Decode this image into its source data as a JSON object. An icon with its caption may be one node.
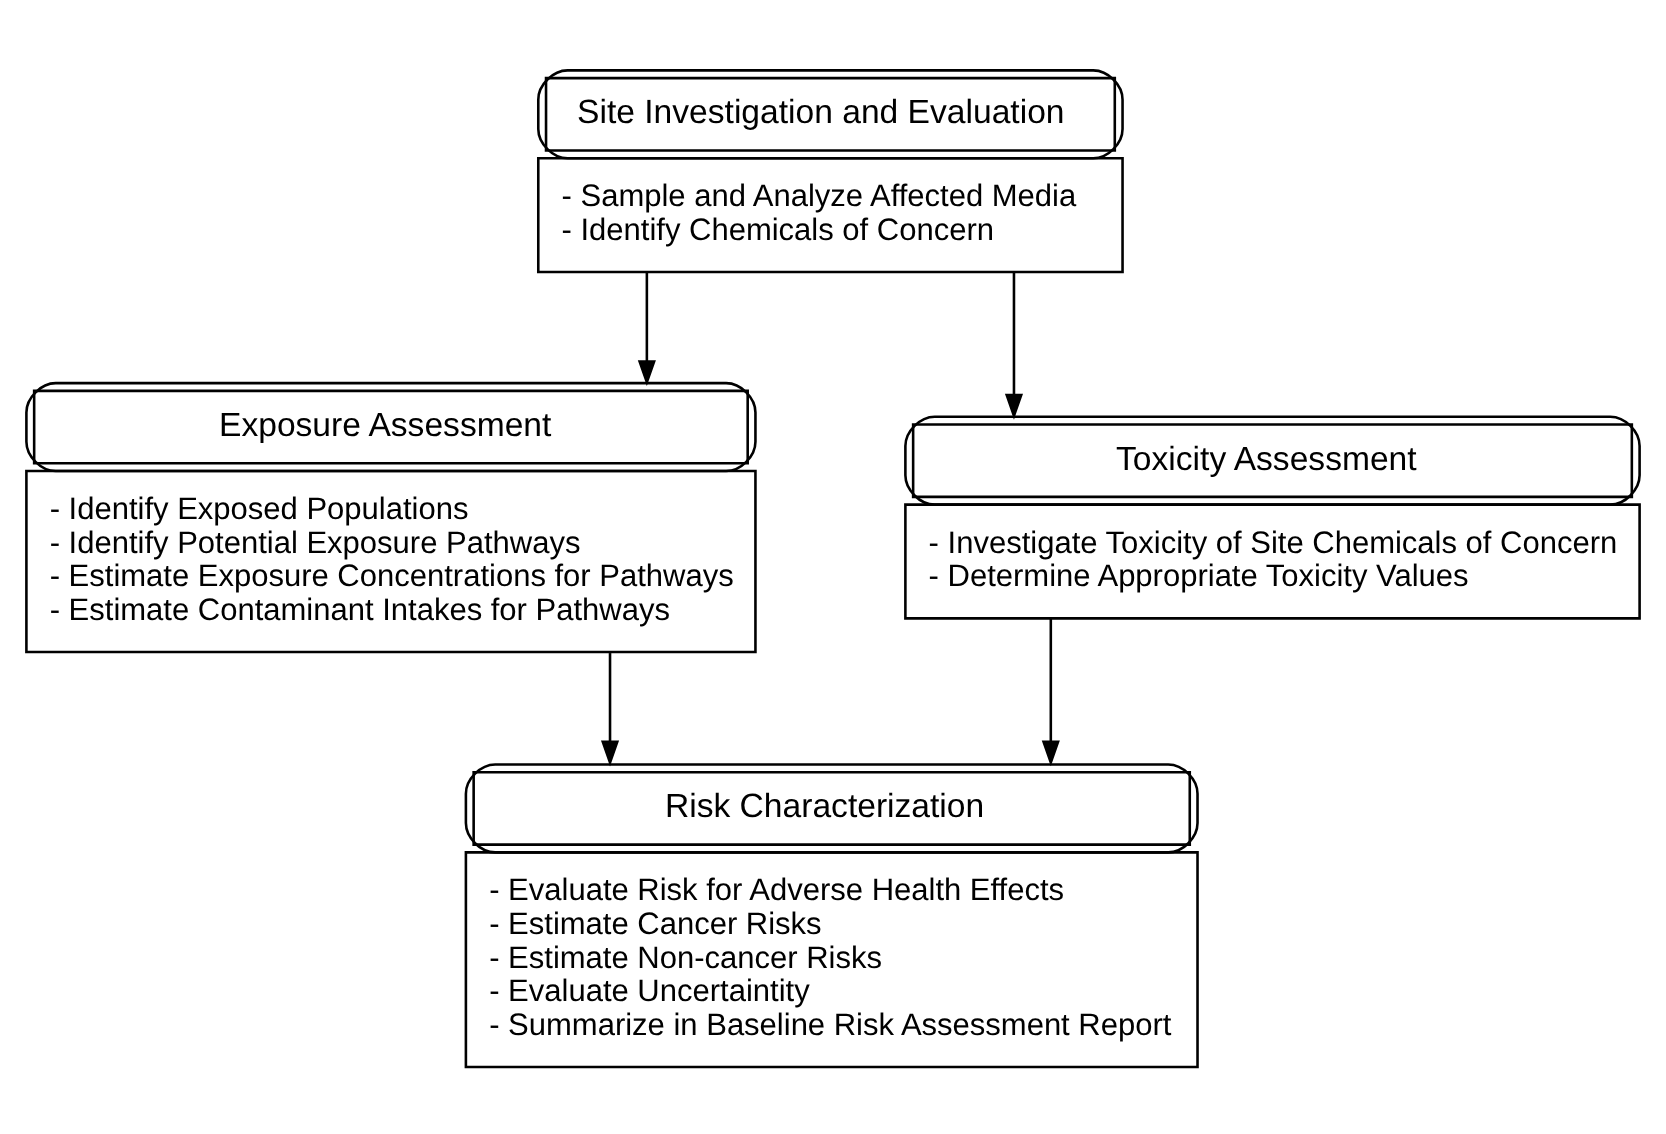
{
  "diagram": {
    "nodes": [
      {
        "text": [
          "Site Investigation and Evaluation",
          "- Sample and Analyze Affected Media",
          "- Identify Chemicals of Concern"
        ]
      },
      {
        "text": [
          "Exposure Assessment",
          "- Identify Exposed Populations",
          "- Identify Potential Exposure Pathways",
          "- Estimate Exposure Concentrations for Pathways",
          "- Estimate Contaminant Intakes for Pathways"
        ]
      },
      {
        "text": [
          "Toxicity Assessment",
          "- Investigate Toxicity of Site Chemicals of Concern",
          "- Determine Appropriate Toxicity Values"
        ]
      },
      {
        "text": [
          "Risk Characterization",
          "- Evaluate Risk for Adverse Health Effects",
          "- Estimate Cancer Risks",
          "- Estimate Non-cancer Risks",
          "- Evaluate Uncertaintity",
          "- Summarize in Baseline Risk Assessment Report"
        ]
      }
    ],
    "edges": [
      {
        "from": 0,
        "to": 1,
        "arrow": "to"
      },
      {
        "from": 0,
        "to": 2,
        "arrow": "to"
      },
      {
        "from": 1,
        "to": 3,
        "arrow": "to"
      },
      {
        "from": 2,
        "to": 3,
        "arrow": "to"
      }
    ]
  }
}
